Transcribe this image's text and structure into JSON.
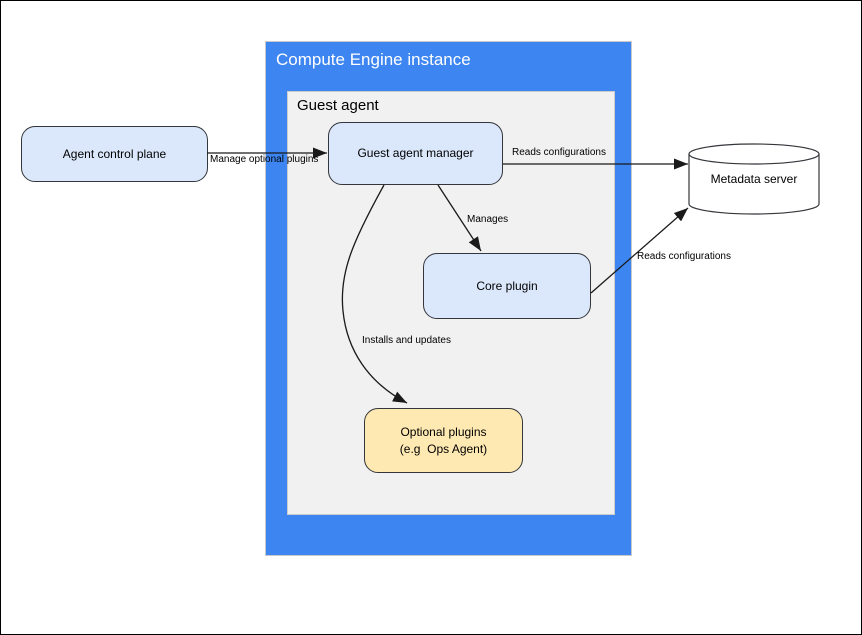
{
  "theme": {
    "canvas_bg": "#ffffff",
    "canvas_border": "#000000",
    "container_blue": "#3d85f0",
    "container_blue_border": "#c9c9c9",
    "panel_gray": "#f1f1f2",
    "panel_gray_border": "#cccccc",
    "node_blue_fill": "#dbe8fc",
    "node_yellow_fill": "#ffe9b3",
    "node_border": "#33363a",
    "edge_color": "#1a1a1a",
    "title_text": "#ffffff",
    "text_color": "#000000"
  },
  "diagram": {
    "compute_engine": {
      "title": "Compute Engine instance"
    },
    "guest_agent": {
      "title": "Guest agent"
    },
    "nodes": {
      "agent_control_plane": {
        "label": "Agent control plane"
      },
      "guest_agent_manager": {
        "label": "Guest agent manager"
      },
      "core_plugin": {
        "label": "Core plugin"
      },
      "optional_plugins": {
        "line1": "Optional plugins",
        "line2": "(e.g  Ops Agent)"
      },
      "metadata_server": {
        "label": "Metadata server"
      }
    },
    "edges": {
      "manage_optional_plugins": "Manage optional plugins",
      "manager_reads_configurations": "Reads configurations",
      "manages": "Manages",
      "core_reads_configurations": "Reads configurations",
      "installs_and_updates": "Installs and updates"
    }
  }
}
